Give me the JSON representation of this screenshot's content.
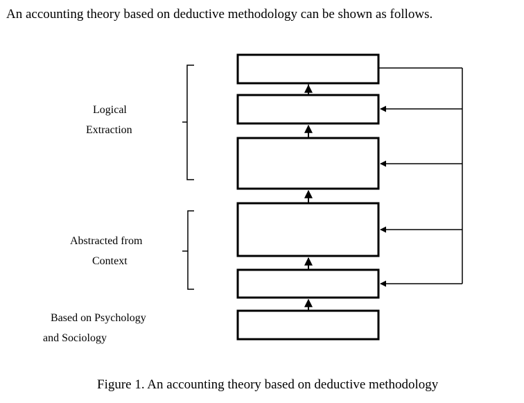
{
  "document": {
    "intro": "An accounting theory based on deductive methodology can be shown as follows.",
    "caption": "Figure 1. An accounting theory based on deductive methodology"
  },
  "diagram": {
    "labels": {
      "logical_line1": "Logical",
      "logical_line2": "Extraction",
      "abstracted_line1": "Abstracted from",
      "abstracted_line2": "Context",
      "based_line1": "Based on Psychology",
      "based_line2": "and Sociology"
    },
    "colors": {
      "stroke": "#000000",
      "background": "#ffffff"
    }
  }
}
